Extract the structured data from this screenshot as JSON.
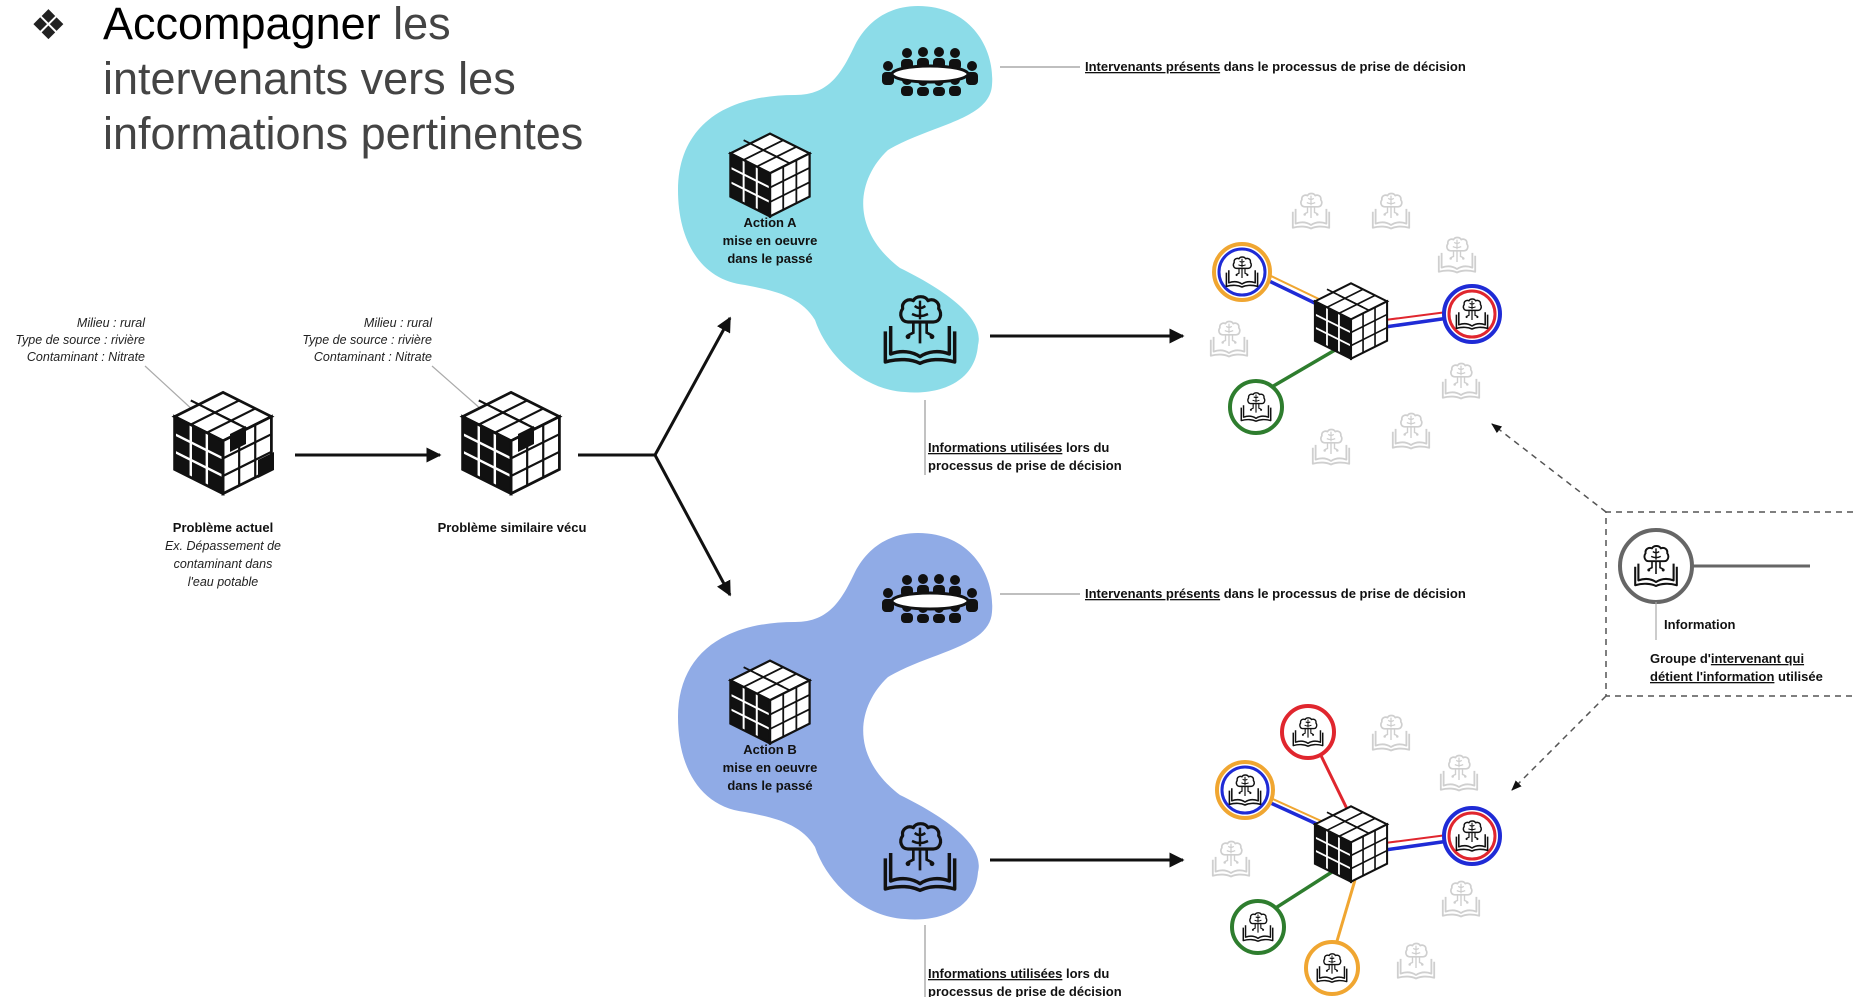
{
  "heading": {
    "bullet": "❖",
    "strong": "Accompagner",
    "rest": " les intervenants vers les informations pertinentes"
  },
  "current_problem": {
    "context": [
      "Milieu : rural",
      "Type de source : rivière",
      "Contaminant : Nitrate"
    ],
    "title": "Problème actuel",
    "desc": [
      "Ex. Dépassement de",
      "contaminant dans",
      "l'eau potable"
    ]
  },
  "similar_problem": {
    "context": [
      "Milieu : rural",
      "Type de source : rivière",
      "Contaminant : Nitrate"
    ],
    "title": "Problème similaire vécu"
  },
  "action_a": {
    "lines": [
      "Action A",
      "mise en oeuvre",
      "dans le passé"
    ],
    "color": "#8cdce8",
    "people_u": "Intervenants présents",
    "people_rest": " dans le processus de prise de décision",
    "info_line1_u": "Informations utilisées",
    "info_line1_rest": " lors du",
    "info_line2": "processus de prise de décision"
  },
  "action_b": {
    "lines": [
      "Action B",
      "mise en oeuvre",
      "dans le passé"
    ],
    "color": "#90abe6",
    "people_u": "Intervenants présents",
    "people_rest": " dans le processus de prise de décision",
    "info_line1_u": "Informations utilisées",
    "info_line1_rest": " lors du",
    "info_line2": "processus de prise de décision"
  },
  "legend": {
    "info_label": "Information",
    "group_line1_a": "Groupe d'",
    "group_line1_u": "intervenant qui",
    "group_line2_u": "détient l'information",
    "group_line2_rest": " utilisée"
  },
  "colors": {
    "orange": "#f0a631",
    "red": "#e0262e",
    "blue": "#1f2bd6",
    "green": "#2e7d2e",
    "dark": "#111111",
    "faded": "#cfcfcf"
  }
}
